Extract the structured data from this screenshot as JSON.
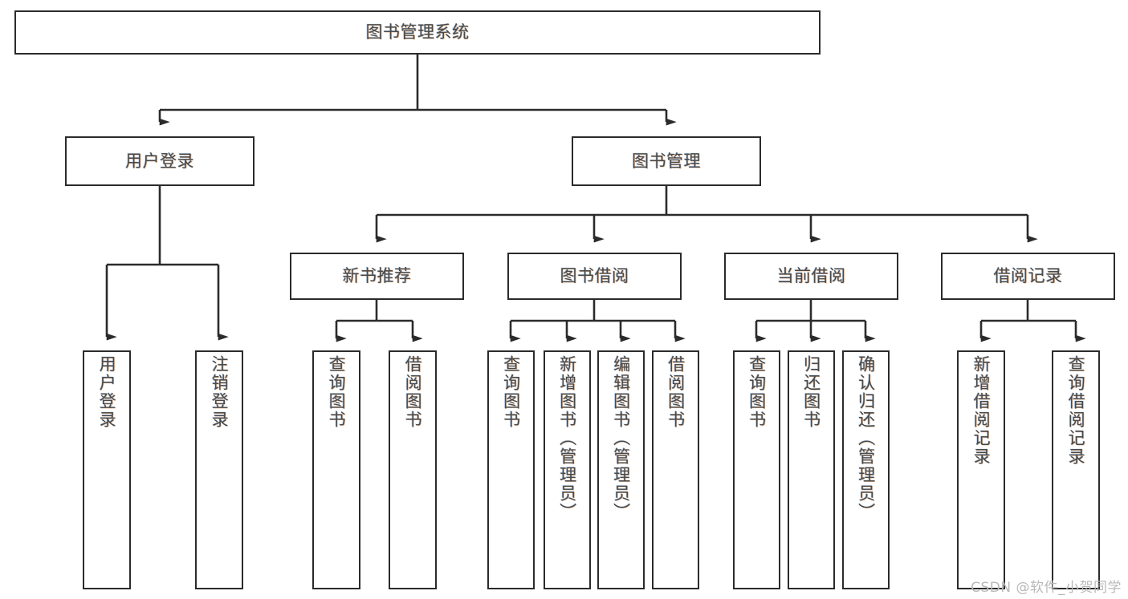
{
  "diagram": {
    "type": "tree",
    "title": "图书管理系统",
    "watermark": "CSDN @软件_小贺同学",
    "colors": {
      "background": "#ffffff",
      "node_border": "#2b2b2b",
      "node_fill": "#ffffff",
      "edge": "#2b2b2b",
      "label_text": "#4a4a4a",
      "watermark_text": "#b9b9b9"
    },
    "nodes": {
      "root": {
        "label": "图书管理系统",
        "level": 0
      },
      "l1": [
        {
          "id": "user_login",
          "label": "用户登录",
          "level": 1
        },
        {
          "id": "book_mgmt",
          "label": "图书管理",
          "level": 1
        }
      ],
      "l2": [
        {
          "id": "new_book_rec",
          "label": "新书推荐",
          "level": 2,
          "parent": "book_mgmt"
        },
        {
          "id": "book_borrow",
          "label": "图书借阅",
          "level": 2,
          "parent": "book_mgmt"
        },
        {
          "id": "current_borrow",
          "label": "当前借阅",
          "level": 2,
          "parent": "book_mgmt"
        },
        {
          "id": "borrow_record",
          "label": "借阅记录",
          "level": 2,
          "parent": "book_mgmt"
        }
      ],
      "leaves": [
        {
          "id": "leaf_1",
          "label": "用户登录",
          "parent": "user_login"
        },
        {
          "id": "leaf_2",
          "label": "注销登录",
          "parent": "user_login"
        },
        {
          "id": "leaf_3",
          "label": "查询图书",
          "parent": "new_book_rec"
        },
        {
          "id": "leaf_4",
          "label": "借阅图书",
          "parent": "new_book_rec"
        },
        {
          "id": "leaf_5",
          "label": "查询图书",
          "parent": "book_borrow"
        },
        {
          "id": "leaf_6",
          "label": "新增图书（管理员）",
          "parent": "book_borrow"
        },
        {
          "id": "leaf_7",
          "label": "编辑图书（管理员）",
          "parent": "book_borrow"
        },
        {
          "id": "leaf_8",
          "label": "借阅图书",
          "parent": "book_borrow"
        },
        {
          "id": "leaf_9",
          "label": "查询图书",
          "parent": "current_borrow"
        },
        {
          "id": "leaf_10",
          "label": "归还图书",
          "parent": "current_borrow"
        },
        {
          "id": "leaf_11",
          "label": "确认归还（管理员）",
          "parent": "current_borrow"
        },
        {
          "id": "leaf_12",
          "label": "新增借阅记录",
          "parent": "borrow_record"
        },
        {
          "id": "leaf_13",
          "label": "查询借阅记录",
          "parent": "borrow_record"
        }
      ]
    }
  }
}
